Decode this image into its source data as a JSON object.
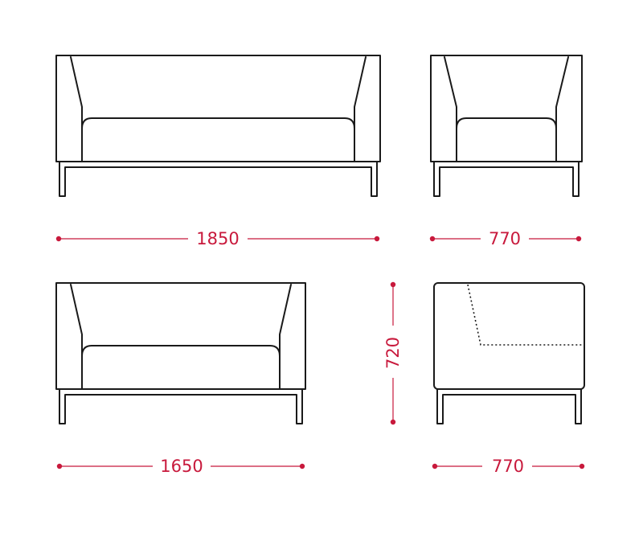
{
  "dimensions": {
    "sofa_3_width": "1850",
    "armchair_front_width": "770",
    "sofa_2_width": "1650",
    "armchair_side_depth": "770",
    "height": "720"
  },
  "colors": {
    "dimension": "#c8193c",
    "outline": "#1a1a1a"
  }
}
